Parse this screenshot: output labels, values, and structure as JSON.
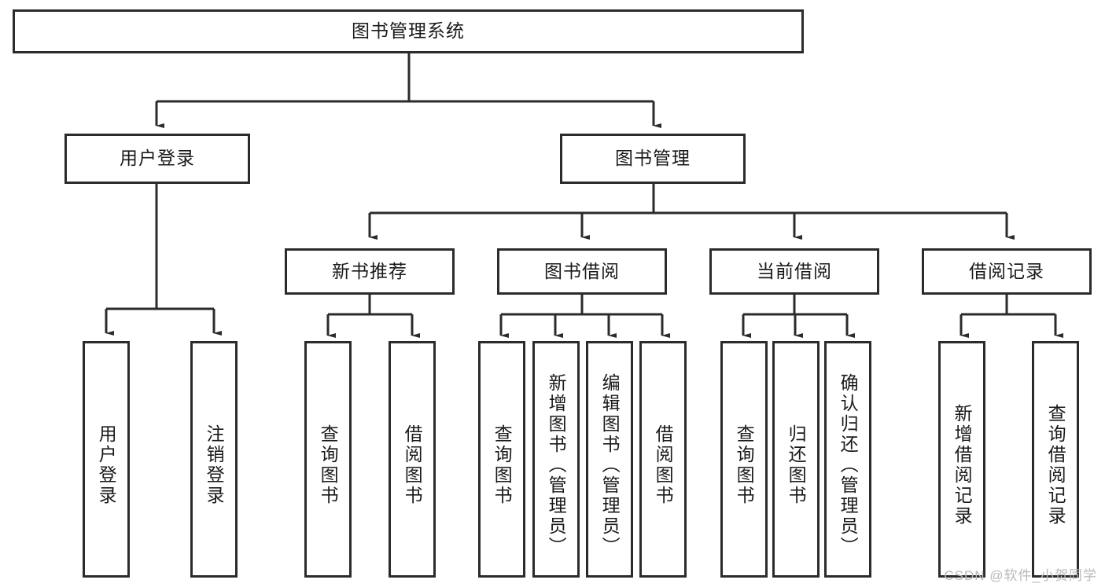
{
  "diagram": {
    "type": "tree-hierarchy",
    "title": "图书管理系统",
    "watermark": "CSDN @软件_小贺同学",
    "colors": {
      "box_border": "#2b2b2b",
      "box_fill": "#ffffff",
      "connector": "#2b2b2b",
      "text": "#1a1a1a",
      "watermark": "#b9b9b9"
    },
    "root": {
      "label": "图书管理系统"
    },
    "level2": [
      {
        "id": "user-login",
        "label": "用户登录"
      },
      {
        "id": "book-manage",
        "label": "图书管理"
      }
    ],
    "level3": [
      {
        "id": "new-book-recommend",
        "label": "新书推荐"
      },
      {
        "id": "book-borrow",
        "label": "图书借阅"
      },
      {
        "id": "current-borrow",
        "label": "当前借阅"
      },
      {
        "id": "borrow-record",
        "label": "借阅记录"
      }
    ],
    "leaves": [
      {
        "id": "leaf-user-login",
        "label": "用户登录",
        "parent": "user-login"
      },
      {
        "id": "leaf-logout-login",
        "label": "注销登录",
        "parent": "user-login"
      },
      {
        "id": "leaf-query-book-1",
        "label": "查询图书",
        "parent": "new-book-recommend"
      },
      {
        "id": "leaf-borrow-book-1",
        "label": "借阅图书",
        "parent": "new-book-recommend"
      },
      {
        "id": "leaf-query-book-2",
        "label": "查询图书",
        "parent": "book-borrow"
      },
      {
        "id": "leaf-add-book",
        "label": "新增图书（管理员）",
        "parent": "book-borrow"
      },
      {
        "id": "leaf-edit-book",
        "label": "编辑图书（管理员）",
        "parent": "book-borrow"
      },
      {
        "id": "leaf-borrow-book-2",
        "label": "借阅图书",
        "parent": "book-borrow"
      },
      {
        "id": "leaf-query-book-3",
        "label": "查询图书",
        "parent": "current-borrow"
      },
      {
        "id": "leaf-return-book",
        "label": "归还图书",
        "parent": "current-borrow"
      },
      {
        "id": "leaf-confirm-return",
        "label": "确认归还（管理员）",
        "parent": "current-borrow"
      },
      {
        "id": "leaf-add-record",
        "label": "新增借阅记录",
        "parent": "borrow-record"
      },
      {
        "id": "leaf-query-record",
        "label": "查询借阅记录",
        "parent": "borrow-record"
      }
    ]
  }
}
